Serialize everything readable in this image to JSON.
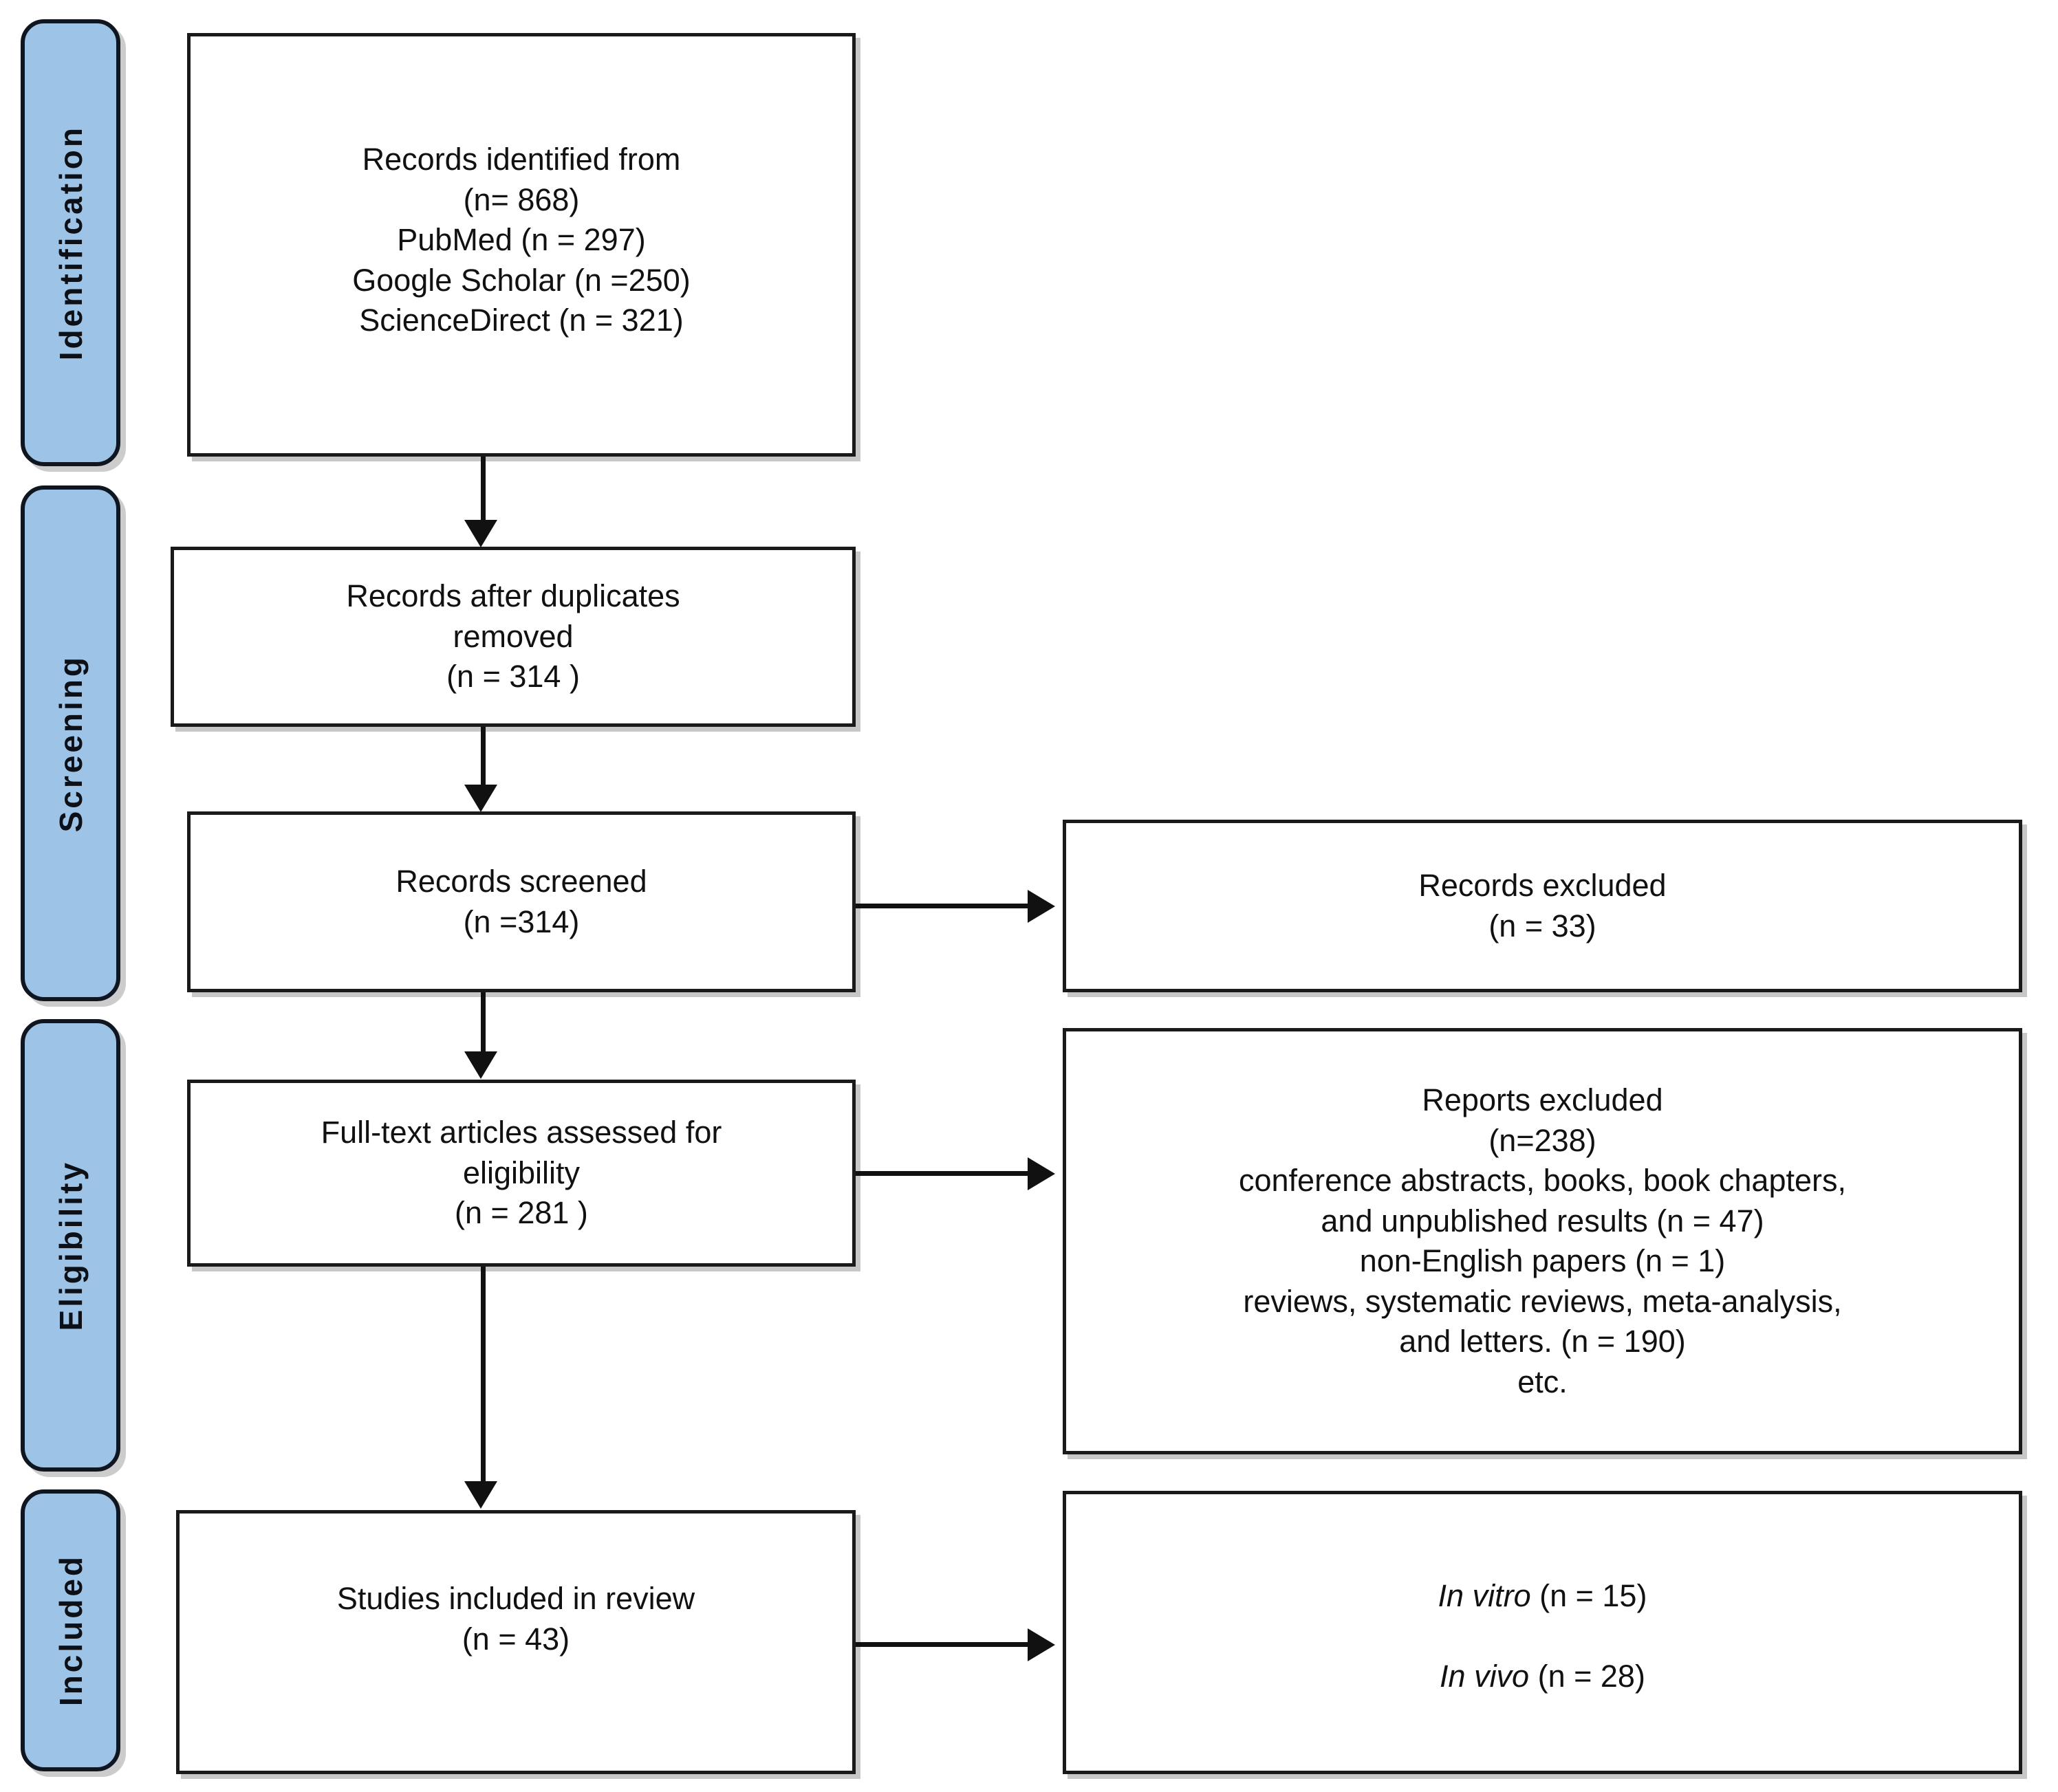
{
  "diagram": {
    "type": "prisma-flow-diagram",
    "stages": [
      {
        "id": "identification",
        "label": "Identification"
      },
      {
        "id": "screening",
        "label": "Screening"
      },
      {
        "id": "eligibility",
        "label": "Eligibility"
      },
      {
        "id": "included",
        "label": "Included"
      }
    ],
    "boxes": {
      "records_identified": {
        "text": "Records identified from\n(n= 868)\nPubMed (n = 297)\nGoogle Scholar (n =250)\nScienceDirect (n = 321)"
      },
      "duplicates_removed": {
        "text": "Records after duplicates\nremoved\n(n = 314 )"
      },
      "records_screened": {
        "text": "Records screened\n(n =314)"
      },
      "records_excluded": {
        "text": "Records excluded\n(n = 33)"
      },
      "fulltext_assessed": {
        "text": "Full-text articles assessed for\neligibility\n(n = 281 )"
      },
      "reports_excluded": {
        "text": "Reports excluded\n(n=238)\nconference abstracts, books, book chapters,\nand unpublished results (n = 47)\nnon-English papers (n = 1)\nreviews, systematic reviews, meta-analysis,\nand letters. (n = 190)\netc."
      },
      "studies_included": {
        "text": "Studies included in review\n(n = 43)"
      },
      "study_types": {
        "line1_italic": "In vitro",
        "line1_rest": " (n = 15)",
        "line2_italic": "In vivo",
        "line2_rest": " (n = 28)"
      }
    },
    "counts": {
      "identified_total": 868,
      "pubmed": 297,
      "google_scholar": 250,
      "sciencedirect": 321,
      "after_duplicates": 314,
      "screened": 314,
      "records_excluded": 33,
      "fulltext_assessed": 281,
      "reports_excluded": 238,
      "excluded_conference_books": 47,
      "excluded_non_english": 1,
      "excluded_reviews_letters": 190,
      "included_total": 43,
      "in_vitro": 15,
      "in_vivo": 28
    },
    "colors": {
      "stage_fill": "#9DC3E6",
      "stage_border": "#10161F",
      "box_border": "#1A1A1A",
      "box_fill": "#FFFFFF",
      "connector": "#111111",
      "text": "#111111"
    }
  }
}
